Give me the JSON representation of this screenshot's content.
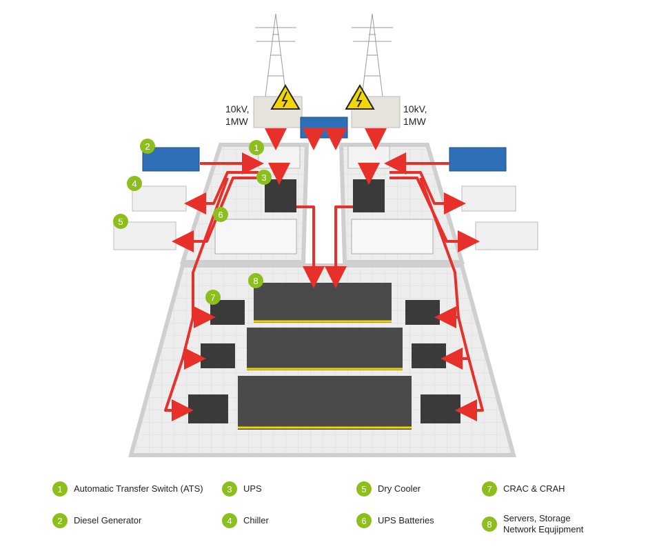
{
  "power_labels": {
    "left": [
      "10kV,",
      "1MW"
    ],
    "right": [
      "10kV,",
      "1MW"
    ]
  },
  "legend": [
    {
      "number": "1",
      "label": "Automatic Transfer Switch (ATS)"
    },
    {
      "number": "2",
      "label": "Diesel Generator"
    },
    {
      "number": "3",
      "label": "UPS"
    },
    {
      "number": "4",
      "label": "Chiller"
    },
    {
      "number": "5",
      "label": "Dry Cooler"
    },
    {
      "number": "6",
      "label": "UPS Batteries"
    },
    {
      "number": "7",
      "label": "CRAC & CRAH"
    },
    {
      "number": "8",
      "label": "Servers, Storage",
      "label2": "Network Equjipment"
    }
  ],
  "colors": {
    "badge": "#8cbf1e",
    "power_line": "#e8302b",
    "floor": "#ececec",
    "wall": "#d9d9d9",
    "generator": "#2f6fb5",
    "warning": "#f2d600"
  },
  "icons": [
    "pylon-icon",
    "warning-high-voltage-icon",
    "generator-icon",
    "ats-icon",
    "ups-icon",
    "chiller-icon",
    "dry-cooler-icon",
    "battery-rack-icon",
    "crac-unit-icon",
    "server-rack-icon"
  ]
}
